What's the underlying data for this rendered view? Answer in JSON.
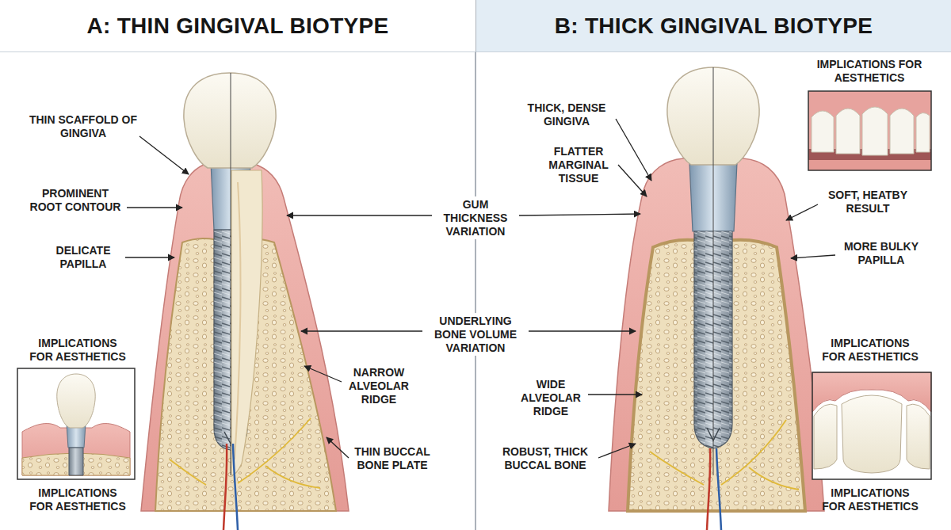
{
  "diagram": {
    "nodes": [
      {
        "text": [
          "A: THIN GINGIVAL BIOTYPE"
        ]
      },
      {
        "text": [
          "B: THICK GINGIVAL BIOTYPE"
        ]
      }
    ],
    "labels": [
      "THIN SCAFFOLD OF GINGIVA",
      "PROMINENT ROOT CONTOUR",
      "DELICATE PAPILLA",
      "IMPLICATIONS FOR AESTHETICS",
      "IMPLICATIONS FOR AESTHETICS",
      "GUM THICKNESS VARIATION",
      "UNDERLYING BONE VOLUME VARIATION",
      "NARROW ALVEOLAR RIDGE",
      "THIN BUCCAL BONE PLATE",
      "THICK, DENSE GINGIVA",
      "FLATTER MARGINAL TISSUE",
      "WIDE ALVEOLAR RIDGE",
      "ROBUST, THICK BUCCAL BONE",
      "IMPLICATIONS FOR AESTHETICS",
      "SOFT, HEATBY RESULT",
      "MORE BULKY PAPILLA",
      "IMPLICATIONS FOR AESTHETICS",
      "IMPLICATIONS FOR AESTHETICS"
    ]
  }
}
